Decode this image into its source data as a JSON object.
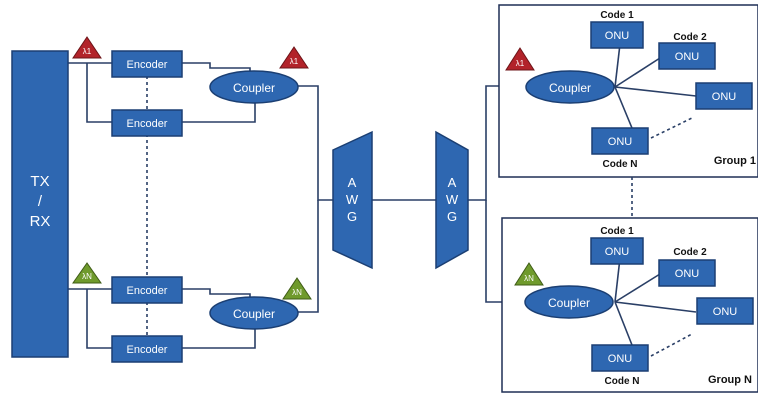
{
  "txrx": {
    "line1": "TX",
    "line2": "/",
    "line3": "RX"
  },
  "encoder_label": "Encoder",
  "coupler_label": "Coupler",
  "onu_label": "ONU",
  "awg": {
    "letter1": "A",
    "letter2": "W",
    "letter3": "G"
  },
  "lambda_first": "λ1",
  "lambda_last": "λN",
  "group1": {
    "title": "Group 1",
    "code1": "Code 1",
    "code2": "Code 2",
    "codeN": "Code N"
  },
  "groupN": {
    "title": "Group N",
    "code1": "Code 1",
    "code2": "Code 2",
    "codeN": "Code N"
  },
  "colors": {
    "block": "#2e67b1",
    "wire": "#2a3f66",
    "lambda1": "#b2232a",
    "lambdaN": "#6f9a2c"
  }
}
